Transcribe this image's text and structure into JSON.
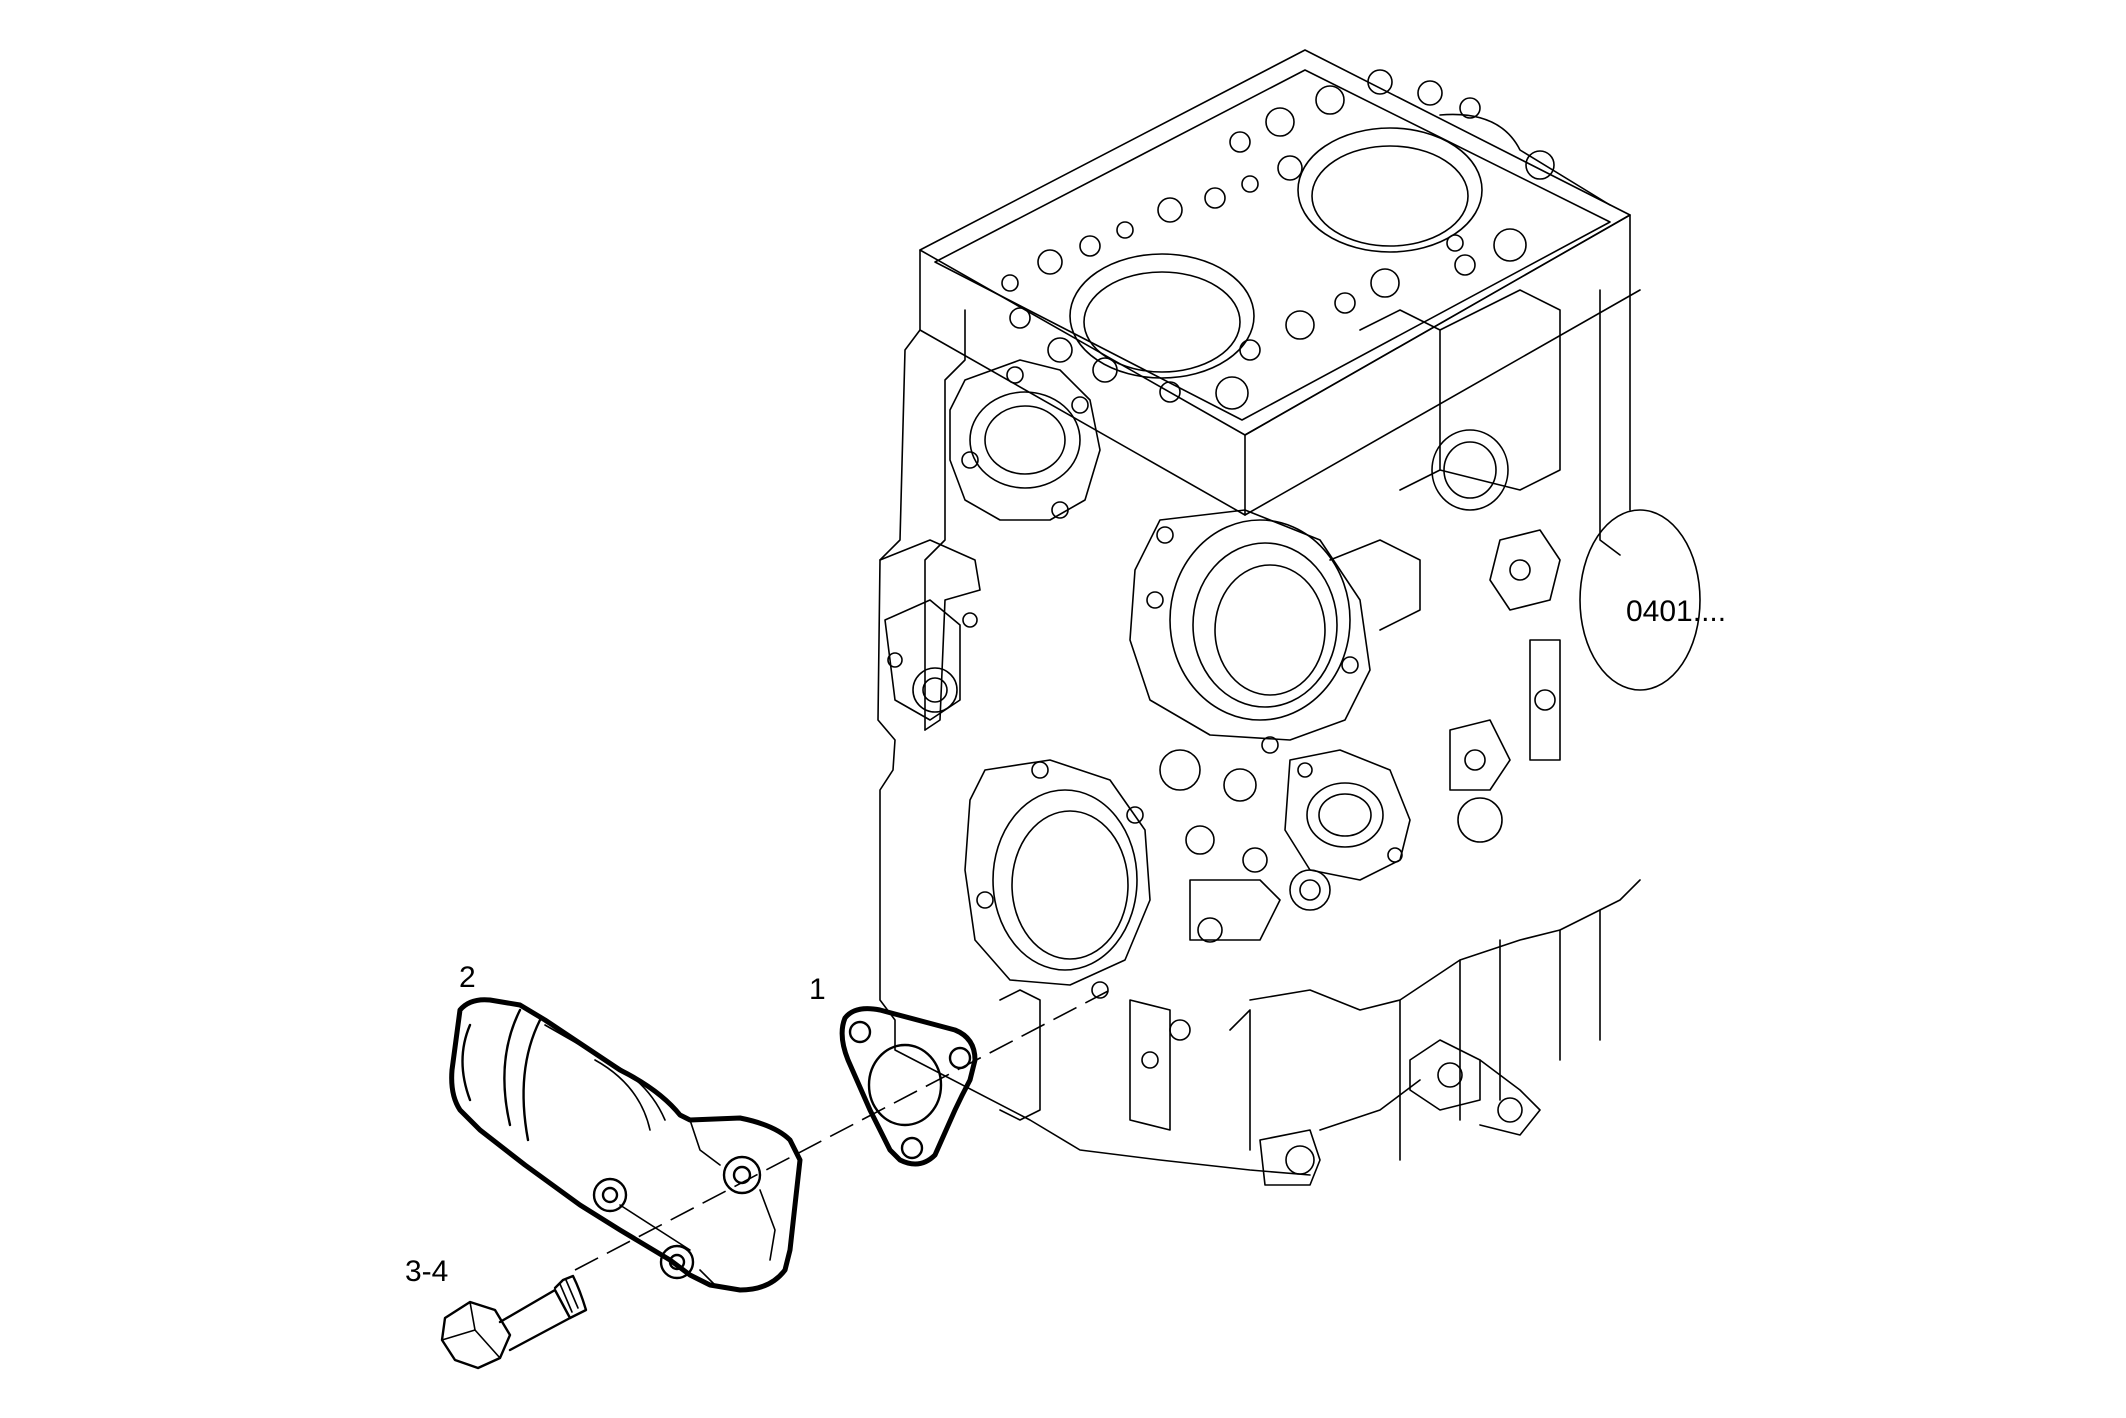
{
  "callouts": {
    "part_1": "1",
    "part_2": "2",
    "part_3_4": "3-4",
    "reference": "0401...."
  },
  "colors": {
    "line": "#000000",
    "background": "#ffffff"
  }
}
